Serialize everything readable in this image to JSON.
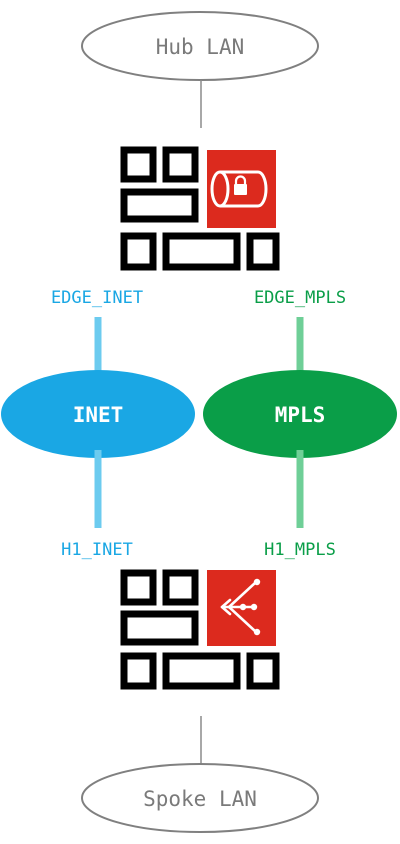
{
  "nodes": {
    "hub_lan": "Hub LAN",
    "spoke_lan": "Spoke LAN",
    "inet": "INET",
    "mpls": "MPLS"
  },
  "interfaces": {
    "edge_inet": "EDGE_INET",
    "edge_mpls": "EDGE_MPLS",
    "h1_inet": "H1_INET",
    "h1_mpls": "H1_MPLS"
  },
  "icons": {
    "hub_device": "firewall-lock-icon",
    "spoke_device": "firewall-sdwan-icon"
  },
  "colors": {
    "inet": "#1aa7e4",
    "inet_link": "#6ccbef",
    "mpls": "#0a9e48",
    "mpls_link": "#6fcf97",
    "device_accent": "#dc2a1e",
    "lan_stroke": "#808080",
    "lan_text": "#7a7a7a"
  }
}
